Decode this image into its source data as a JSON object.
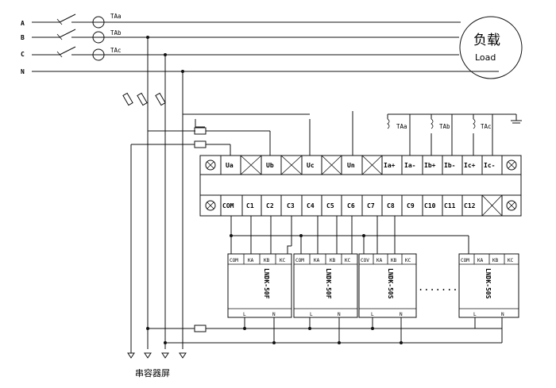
{
  "phases": [
    "A",
    "B",
    "C",
    "N"
  ],
  "ct_top": [
    "TAa",
    "TAb",
    "TAc"
  ],
  "load": {
    "cn": "负载",
    "en": "Load"
  },
  "ct_sec": [
    "TAa",
    "TAb",
    "TAc"
  ],
  "upper_terminals": [
    "Ua",
    "Ub",
    "Uc",
    "Un",
    "Ia+",
    "Ia-",
    "Ib+",
    "Ib-",
    "Ic+",
    "Ic-"
  ],
  "lower_terminals": [
    "COM",
    "C1",
    "C2",
    "C3",
    "C4",
    "C5",
    "C6",
    "C7",
    "C8",
    "C9",
    "C10",
    "C11",
    "C12"
  ],
  "modules": [
    {
      "pins": [
        "COM",
        "KA",
        "KB",
        "KC"
      ],
      "name": "LNDK-50F",
      "bottom": [
        "L",
        "N"
      ]
    },
    {
      "pins": [
        "COM",
        "KA",
        "KB",
        "KC"
      ],
      "name": "LNDK-50F",
      "bottom": [
        "L",
        "N"
      ]
    },
    {
      "pins": [
        "COV",
        "KA",
        "KB",
        "KC"
      ],
      "name": "LNDK-50S",
      "bottom": [
        "L",
        "N"
      ]
    },
    {
      "pins": [
        "COM",
        "KA",
        "KB",
        "KC"
      ],
      "name": "LNDK-50S",
      "bottom": [
        "L",
        "N"
      ]
    }
  ],
  "ellipsis": ".......",
  "caption": "串容器屏"
}
